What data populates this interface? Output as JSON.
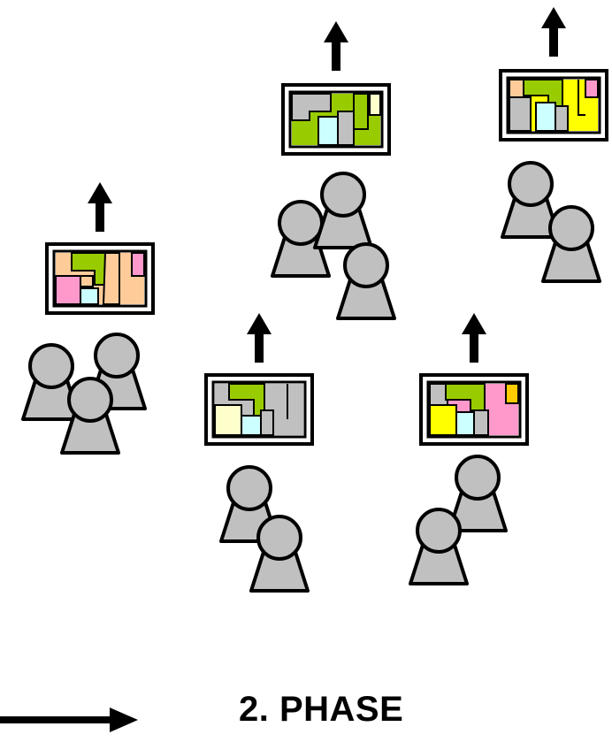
{
  "phase_label": "2. PHASE",
  "colors": {
    "person_fill": "#c0c0c0",
    "outline": "#000000",
    "gray": "#c0c0c0",
    "lime": "#99cc00",
    "light_cyan": "#ccffff",
    "peach": "#ffcc99",
    "pink": "#ff99cc",
    "light_yellow": "#ffffcc",
    "yellow": "#ffff00",
    "gold": "#ffcc00"
  },
  "groups": [
    {
      "name": "group-left",
      "people": 3,
      "map_scheme": [
        "pink",
        "peach",
        "peach",
        "pink"
      ]
    },
    {
      "name": "group-top-center",
      "people": 3,
      "map_scheme": [
        "gray",
        "gray",
        "lime",
        "light_yellow"
      ]
    },
    {
      "name": "group-top-right",
      "people": 2,
      "map_scheme": [
        "gray",
        "peach",
        "yellow",
        "pink"
      ]
    },
    {
      "name": "group-bottom-center",
      "people": 2,
      "map_scheme": [
        "light_yellow",
        "gray",
        "gray",
        "gray"
      ]
    },
    {
      "name": "group-bottom-right",
      "people": 2,
      "map_scheme": [
        "yellow",
        "gray",
        "pink",
        "gold"
      ]
    }
  ]
}
